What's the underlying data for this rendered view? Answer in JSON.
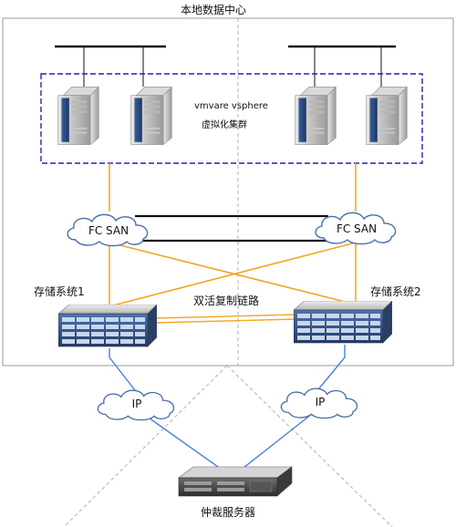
{
  "title": "本地数据中心",
  "cluster": {
    "line1": "vmvare vsphere",
    "line2": "虚拟化集群"
  },
  "fc_san_left": "FC SAN",
  "fc_san_right": "FC SAN",
  "storage_left": "存储系统1",
  "storage_right": "存储系统2",
  "replication_link": "双活复制链路",
  "ip_left": "IP",
  "ip_right": "IP",
  "arbitration_server": "仲裁服务器",
  "colors": {
    "fc_link": "#f5a623",
    "ip_link": "#4a7fe0",
    "cluster_border": "#2222bb",
    "frame_border": "#999999"
  }
}
